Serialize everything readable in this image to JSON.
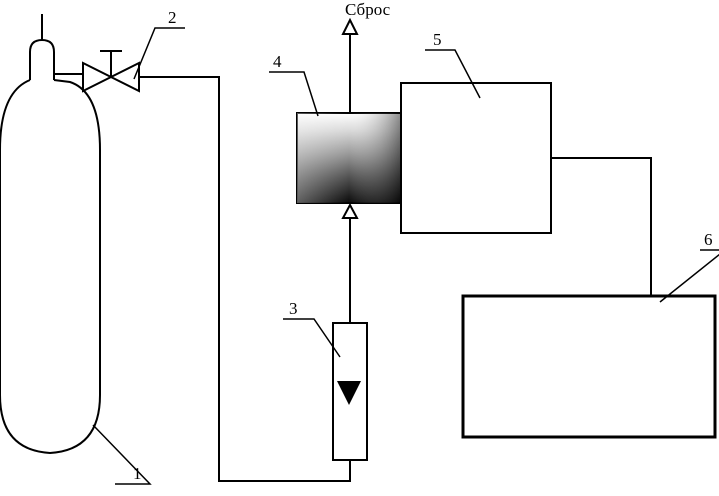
{
  "labels": {
    "cylinder": "1",
    "valve": "2",
    "flowmeter": "3",
    "cell": "4",
    "unit_5": "5",
    "unit_6": "6"
  },
  "outlet_label": "Сброс",
  "colors": {
    "stroke": "#000000",
    "background": "#ffffff",
    "cell_fill_dark": "#111111",
    "cell_fill_light": "#ffffff"
  }
}
